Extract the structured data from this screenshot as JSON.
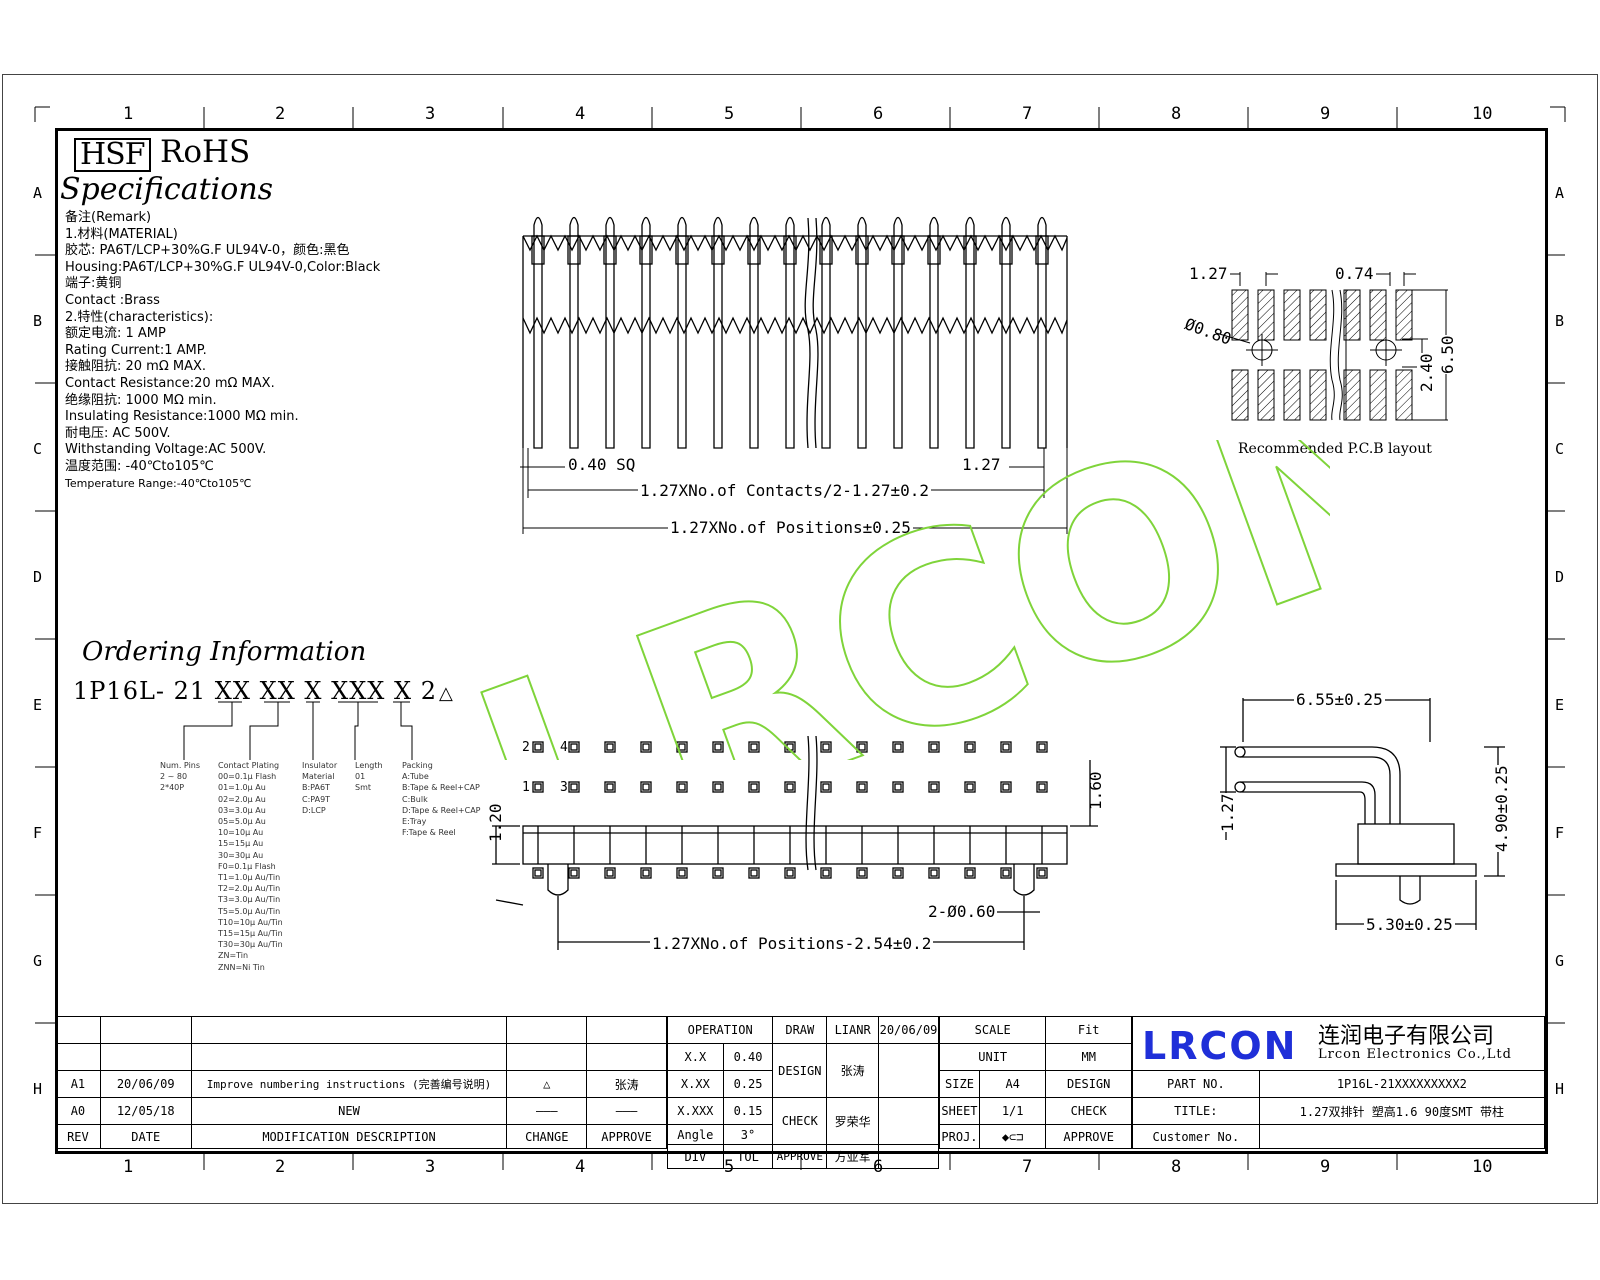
{
  "header": {
    "hsf": "HSF",
    "rohs": "RoHS",
    "spec_title": "Specifications"
  },
  "zones": {
    "columns": [
      "1",
      "2",
      "3",
      "4",
      "5",
      "6",
      "7",
      "8",
      "9",
      "10"
    ],
    "rows": [
      "A",
      "B",
      "C",
      "D",
      "E",
      "F",
      "G",
      "H"
    ]
  },
  "remarks": [
    "备注(Remark)",
    "1.材料(MATERIAL)",
    "胶芯: PA6T/LCP+30%G.F UL94V-0，颜色:黑色",
    "Housing:PA6T/LCP+30%G.F UL94V-0,Color:Black",
    "端子:黄铜",
    "Contact :Brass",
    "2.特性(characteristics):",
    "额定电流: 1 AMP",
    "Rating Current:1 AMP.",
    "接触阻抗: 20 mΩ MAX.",
    "Contact Resistance:20 mΩ MAX.",
    "绝缘阻抗: 1000 MΩ min.",
    "Insulating Resistance:1000 MΩ  min.",
    "耐电压: AC 500V.",
    "Withstanding Voltage:AC 500V.",
    "温度范围: -40℃to105℃",
    "Temperature Range:-40℃to105℃"
  ],
  "ordering": {
    "title": "Ordering Information",
    "code": "1P16L- 21 XX XX X XXX X 2",
    "options": [
      [
        "Num. Pins",
        "2 ~ 80",
        "2*40P"
      ],
      [
        "Contact Plating",
        "00=0.1μ Flash",
        "01=1.0μ Au",
        "02=2.0μ Au",
        "03=3.0μ Au",
        "05=5.0μ Au",
        "10=10μ Au",
        "15=15μ Au",
        "30=30μ Au",
        "F0=0.1μ Flash",
        "T1=1.0μ Au/Tin",
        "T2=2.0μ Au/Tin",
        "T3=3.0μ Au/Tin",
        "T5=5.0μ Au/Tin",
        "T10=10μ Au/Tin",
        "T15=15μ Au/Tin",
        "T30=30μ Au/Tin",
        "ZN=Tin",
        "ZNN=Ni Tin"
      ],
      [
        "Insulator",
        "Material",
        "B:PA6T",
        "C:PA9T",
        "D:LCP"
      ],
      [
        "Length",
        "01",
        "Smt"
      ],
      [
        "Packing",
        "A:Tube",
        "B:Tape & Reel+CAP",
        "C:Bulk",
        "D:Tape & Reel+CAP",
        "E:Tray",
        "F:Tape & Reel"
      ]
    ]
  },
  "dimensions": {
    "top_sq": "0.40 SQ",
    "top_pitch": "1.27",
    "contacts_formula": "1.27XNo.of Contacts/2-1.27±0.2",
    "positions_formula": "1.27XNo.of Positions±0.25",
    "pcb_pitch": "1.27",
    "pcb_width": "0.74",
    "pcb_hole": "Ø0.80",
    "pcb_row": "2.40",
    "pcb_total": "6.50",
    "pcb_caption": "Recommended P.C.B layout",
    "side_length": "6.55±0.25",
    "side_pitch": "1.27",
    "side_height": "4.90±0.25",
    "side_base": "5.30±0.25",
    "front_height": "1.20",
    "front_stand": "1.60",
    "peg": "2-Ø0.60",
    "peg_formula": "1.27XNo.of Positions-2.54±0.2",
    "pin_labels": [
      "2",
      "4",
      "1",
      "3"
    ]
  },
  "watermark": "LRCON",
  "title_block": {
    "revisions": [
      {
        "rev": "A1",
        "date": "20/06/09",
        "desc": "Improve numbering instructions (完善编号说明)",
        "change": "",
        "approve": "张涛"
      },
      {
        "rev": "A0",
        "date": "12/05/18",
        "desc": "NEW",
        "change": "",
        "approve": ""
      }
    ],
    "rev_headers": {
      "rev": "REV",
      "date": "DATE",
      "desc": "MODIFICATION DESCRIPTION",
      "change": "CHANGE",
      "approve": "APPROVE"
    },
    "operation": "OPERATION",
    "tolerances": [
      {
        "k": "X.X",
        "v": "0.40"
      },
      {
        "k": "X.XX",
        "v": "0.25"
      },
      {
        "k": "X.XXX",
        "v": "0.15"
      },
      {
        "k": "Angle",
        "v": "3°"
      }
    ],
    "div": "DIV",
    "tol": "TOL",
    "draw": "DRAW",
    "draw_name": "LIANR",
    "draw_date": "20/06/09",
    "design": "DESIGN",
    "design_name": "张涛",
    "check": "CHECK",
    "check_name": "罗荣华",
    "approve": "APPROVE",
    "approve_name": "方亚军",
    "scale": "SCALE",
    "fit": "Fit",
    "unit": "UNIT",
    "unit_val": "MM",
    "size": "SIZE",
    "size_val": "A4",
    "design2": "DESIGN",
    "sheet": "SHEET",
    "sheet_val": "1/1",
    "check2": "CHECK",
    "proj": "PROJ.",
    "approve2": "APPROVE",
    "part_no_label": "PART NO.",
    "part_no": "1P16L-21XXXXXXXXX2",
    "title_label": "TITLE:",
    "title": "1.27双排针 塑高1.6 90度SMT 带柱",
    "customer_label": "Customer No.",
    "logo": "LRCON",
    "company_cn": "连润电子有限公司",
    "company_en": "Lrcon Electronics Co.,Ltd"
  }
}
